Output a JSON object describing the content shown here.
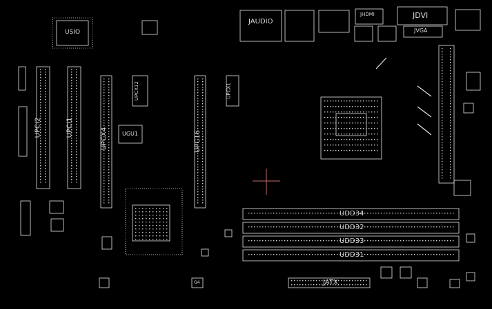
{
  "labels": {
    "usio": "USIO",
    "jaudio": "JAUDIO",
    "jhdmi": "JHDMI",
    "jdvi": "JDVI",
    "jvga": "JVGA",
    "upci2": "UPCI2",
    "upci1": "UPCI1",
    "upcx4": "UPCX4",
    "upcx1": "UPCX1",
    "upcx12": "UPCX12",
    "ugu1": "UGU1",
    "upc16": "UPC16",
    "uddr4": "UDD34",
    "uddr2": "UDD32",
    "uddr3": "UDD33",
    "uddr1": "UDD31",
    "jatx": "JATX",
    "q4": "Q4"
  },
  "colors": {
    "background": "#000000",
    "outline": "#e6e6e6",
    "pad": "#cfcfcf",
    "marker": "#c96a6a"
  }
}
